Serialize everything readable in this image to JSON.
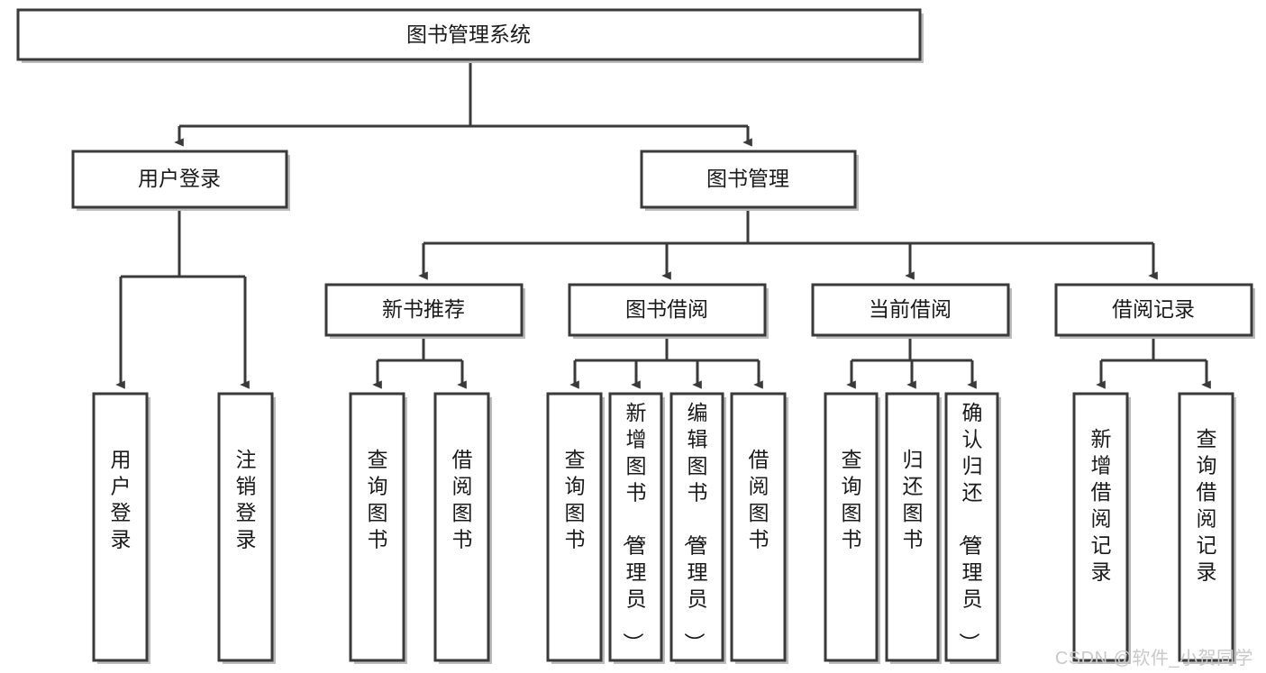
{
  "diagram": {
    "type": "tree-hierarchy",
    "title": "图书管理系统",
    "watermark": "CSDN @软件_小贺同学",
    "colors": {
      "stroke": "#3a3a3a",
      "fill": "#ffffff",
      "text": "#1a1a1a",
      "watermark": "#c9c9c9"
    },
    "levels": {
      "root": {
        "label": "图书管理系统"
      },
      "level2": [
        {
          "label": "用户登录"
        },
        {
          "label": "图书管理"
        }
      ],
      "level3": [
        {
          "label": "新书推荐"
        },
        {
          "label": "图书借阅"
        },
        {
          "label": "当前借阅"
        },
        {
          "label": "借阅记录"
        }
      ],
      "leaves": {
        "user_login": [
          {
            "label": "用户登录"
          },
          {
            "label": "注销登录"
          }
        ],
        "new_book_recommend": [
          {
            "label": "查询图书"
          },
          {
            "label": "借阅图书"
          }
        ],
        "book_borrow": [
          {
            "label": "查询图书"
          },
          {
            "label": "新增图书（管理员）"
          },
          {
            "label": "编辑图书（管理员）"
          },
          {
            "label": "借阅图书"
          }
        ],
        "current_borrow": [
          {
            "label": "查询图书"
          },
          {
            "label": "归还图书"
          },
          {
            "label": "确认归还（管理员）"
          }
        ],
        "borrow_record": [
          {
            "label": "新增借阅记录"
          },
          {
            "label": "查询借阅记录"
          }
        ]
      }
    }
  }
}
